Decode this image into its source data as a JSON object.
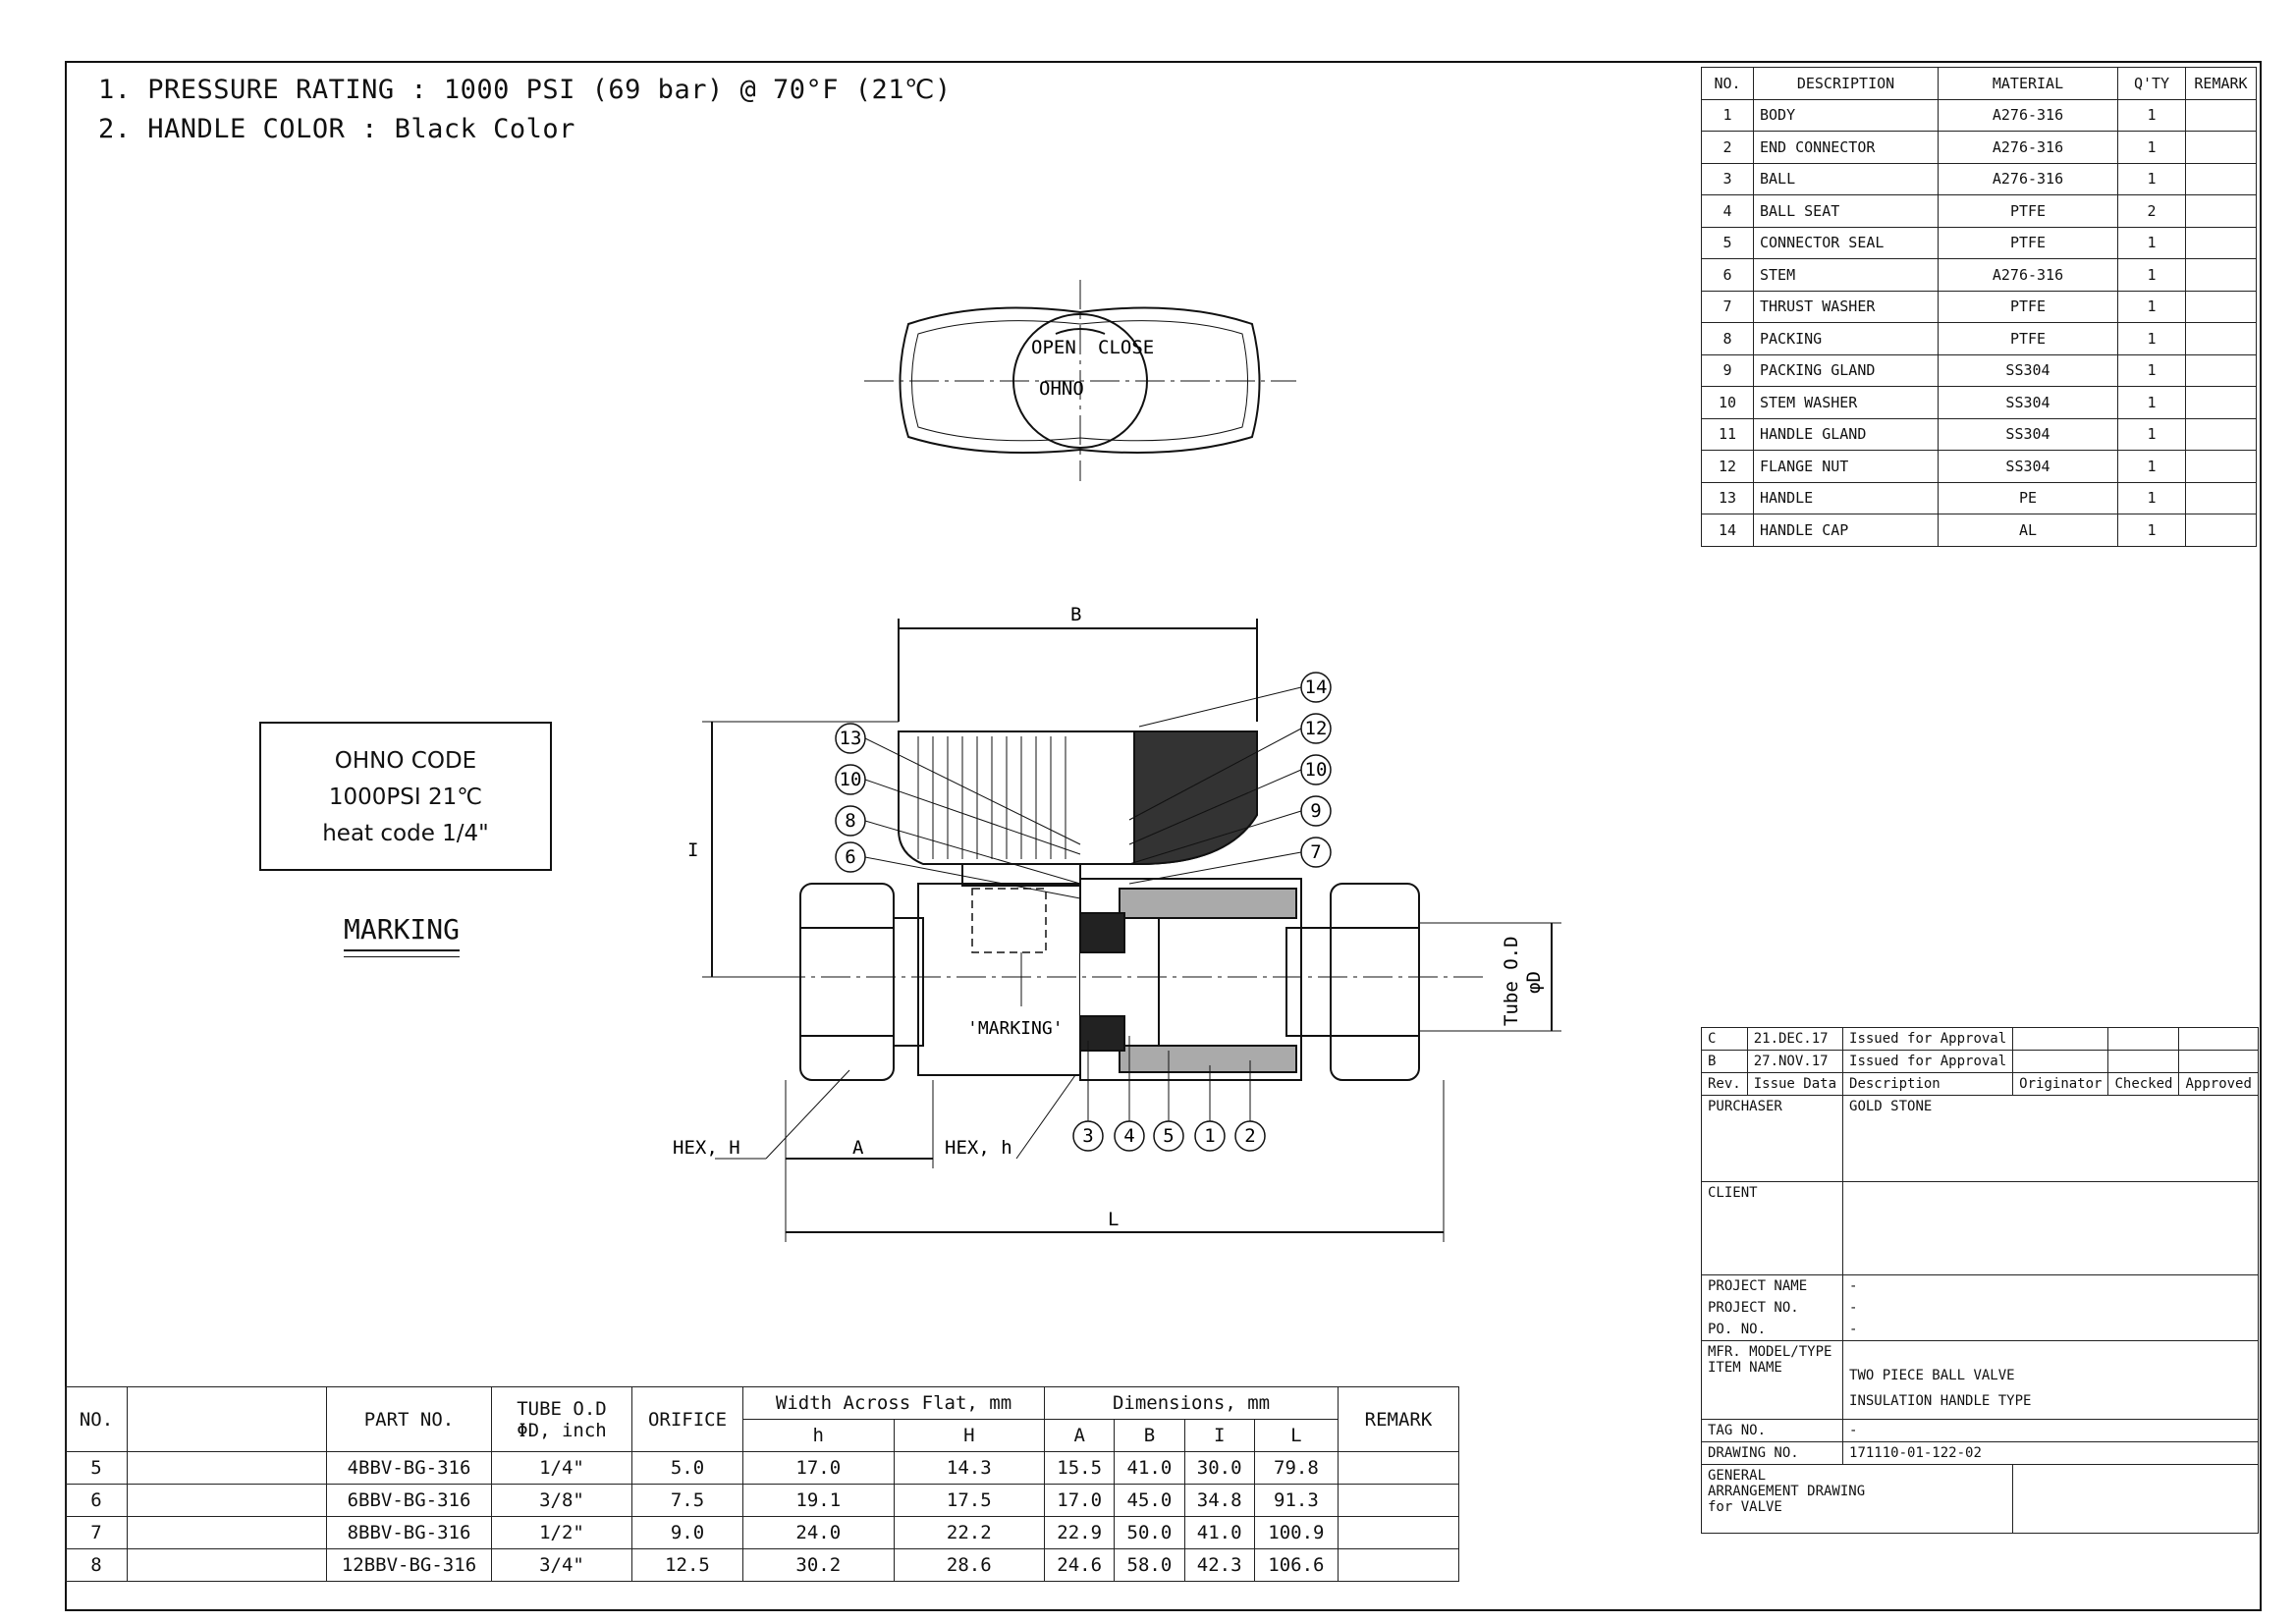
{
  "notes": [
    "1. PRESSURE RATING : 1000 PSI (69 bar) @ 70°F (21℃)",
    "2. HANDLE COLOR : Black Color"
  ],
  "handle_top": {
    "brand": "OHNO",
    "open": "OPEN",
    "close": "CLOSE"
  },
  "marking_box": {
    "line1": "OHNO CODE",
    "line2": "1000PSI 21℃",
    "line3": "heat code 1/4\"",
    "caption": "MARKING"
  },
  "drawing_labels": {
    "B": "B",
    "I": "I",
    "A": "A",
    "L": "L",
    "hex_H": "HEX, H",
    "hex_h": "HEX, h",
    "marking_text": "'MARKING'",
    "tube_od": "Tube O.D",
    "phi_d": "φD"
  },
  "balloons": [
    "14",
    "12",
    "10",
    "9",
    "7",
    "13",
    "10",
    "8",
    "6",
    "3",
    "4",
    "5",
    "1",
    "2"
  ],
  "parts_table": {
    "headers": [
      "NO.",
      "DESCRIPTION",
      "MATERIAL",
      "Q'TY",
      "REMARK"
    ],
    "rows": [
      [
        "1",
        "BODY",
        "A276-316",
        "1",
        ""
      ],
      [
        "2",
        "END CONNECTOR",
        "A276-316",
        "1",
        ""
      ],
      [
        "3",
        "BALL",
        "A276-316",
        "1",
        ""
      ],
      [
        "4",
        "BALL SEAT",
        "PTFE",
        "2",
        ""
      ],
      [
        "5",
        "CONNECTOR SEAL",
        "PTFE",
        "1",
        ""
      ],
      [
        "6",
        "STEM",
        "A276-316",
        "1",
        ""
      ],
      [
        "7",
        "THRUST WASHER",
        "PTFE",
        "1",
        ""
      ],
      [
        "8",
        "PACKING",
        "PTFE",
        "1",
        ""
      ],
      [
        "9",
        "PACKING GLAND",
        "SS304",
        "1",
        ""
      ],
      [
        "10",
        "STEM WASHER",
        "SS304",
        "1",
        ""
      ],
      [
        "11",
        "HANDLE GLAND",
        "SS304",
        "1",
        ""
      ],
      [
        "12",
        "FLANGE NUT",
        "SS304",
        "1",
        ""
      ],
      [
        "13",
        "HANDLE",
        "PE",
        "1",
        ""
      ],
      [
        "14",
        "HANDLE CAP",
        "AL",
        "1",
        ""
      ]
    ]
  },
  "dims_table": {
    "h_no": "NO.",
    "h_part": "PART NO.",
    "h_tube": "TUBE O.D",
    "h_tube2": "ΦD, inch",
    "h_orifice": "ORIFICE",
    "h_waf": "Width Across Flat, mm",
    "h_dims": "Dimensions, mm",
    "h_remark": "REMARK",
    "sub": [
      "h",
      "H",
      "A",
      "B",
      "I",
      "L"
    ],
    "rows": [
      [
        "5",
        "4BBV-BG-316",
        "1/4\"",
        "5.0",
        "17.0",
        "14.3",
        "15.5",
        "41.0",
        "30.0",
        "79.8",
        ""
      ],
      [
        "6",
        "6BBV-BG-316",
        "3/8\"",
        "7.5",
        "19.1",
        "17.5",
        "17.0",
        "45.0",
        "34.8",
        "91.3",
        ""
      ],
      [
        "7",
        "8BBV-BG-316",
        "1/2\"",
        "9.0",
        "24.0",
        "22.2",
        "22.9",
        "50.0",
        "41.0",
        "100.9",
        ""
      ],
      [
        "8",
        "12BBV-BG-316",
        "3/4\"",
        "12.5",
        "30.2",
        "28.6",
        "24.6",
        "58.0",
        "42.3",
        "106.6",
        ""
      ]
    ]
  },
  "revisions": [
    [
      "C",
      "21.DEC.17",
      "Issued for Approval",
      "",
      "",
      ""
    ],
    [
      "B",
      "27.NOV.17",
      "Issued for Approval",
      "",
      "",
      ""
    ]
  ],
  "rev_headers": [
    "Rev.",
    "Issue Data",
    "Description",
    "Originator",
    "Checked",
    "Approved"
  ],
  "title_block": {
    "purchaser_label": "PURCHASER",
    "purchaser": "GOLD STONE",
    "client_label": "CLIENT",
    "client": "",
    "project_name_label": "PROJECT NAME",
    "project_name": "-",
    "project_no_label": "PROJECT NO.",
    "project_no": "-",
    "po_label": "PO. NO.",
    "po": "-",
    "model_label": "MFR. MODEL/TYPE",
    "item_label": "ITEM NAME",
    "item1": "TWO PIECE BALL VALVE",
    "item2": "INSULATION HANDLE TYPE",
    "tag_label": "TAG NO.",
    "tag": "-",
    "drawing_label": "DRAWING NO.",
    "drawing": "171110-01-122-02",
    "general1": "GENERAL",
    "general2": "ARRANGEMENT DRAWING",
    "general3": "for VALVE"
  }
}
